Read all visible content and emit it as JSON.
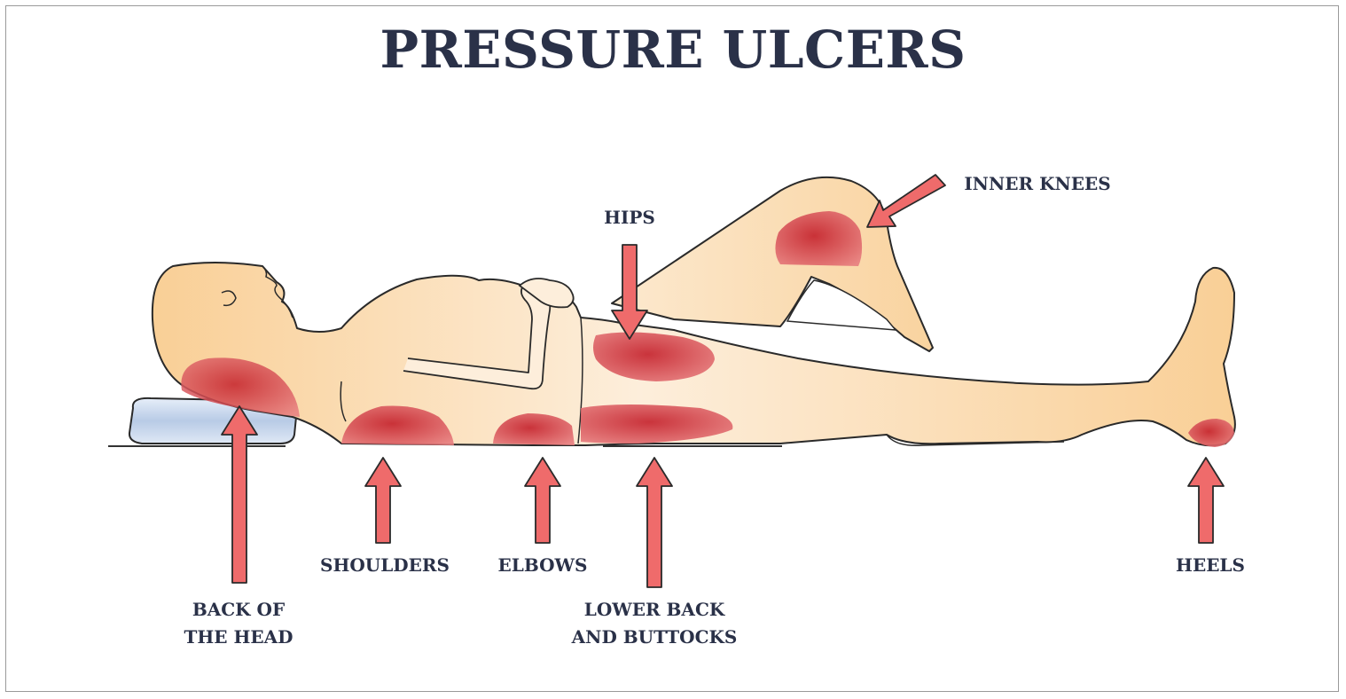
{
  "title": "PRESSURE ULCERS",
  "labels": {
    "back_of_head_line1": "BACK OF",
    "back_of_head_line2": "THE HEAD",
    "shoulders": "SHOULDERS",
    "elbows": "ELBOWS",
    "lower_back_line1": "LOWER BACK",
    "lower_back_line2": "AND BUTTOCKS",
    "hips": "HIPS",
    "inner_knees": "INNER KNEES",
    "heels": "HEELS"
  },
  "colors": {
    "title": "#2a3148",
    "skin": "#fbdcaf",
    "outline": "#2a2a2a",
    "ulcer": "#d9363e",
    "arrow": "#ef6b6b",
    "pillow": "#c9d9ef"
  }
}
